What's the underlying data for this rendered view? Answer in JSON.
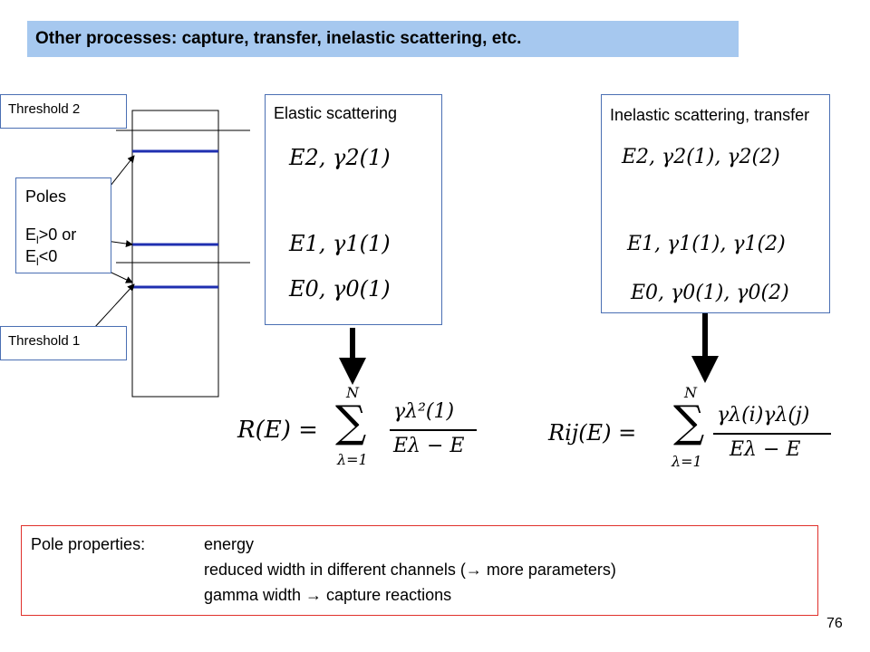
{
  "title": "Other processes: capture, transfer, inelastic scattering, etc.",
  "diagram": {
    "threshold_2": "Threshold 2",
    "threshold_1": "Threshold 1",
    "poles_title": "Poles",
    "poles_line1_prefix": "E",
    "poles_line1_sub": "l",
    "poles_line1_suffix": ">0 or",
    "poles_line2_prefix": "E",
    "poles_line2_sub": "l",
    "poles_line2_suffix": "<0"
  },
  "elastic": {
    "title": "Elastic scattering",
    "rows": [
      "E2, γ2(1)",
      "E1, γ1(1)",
      "E0, γ0(1)"
    ],
    "formula_lhs": "R(E) =",
    "formula_sum_top": "N",
    "formula_sum_bottom": "λ=1",
    "formula_num": "γλ²(1)",
    "formula_den": "Eλ − E"
  },
  "inelastic": {
    "title": "Inelastic scattering, transfer",
    "rows": [
      "E2, γ2(1), γ2(2)",
      "E1, γ1(1), γ1(2)",
      "E0, γ0(1), γ0(2)"
    ],
    "formula_lhs": "Rij(E) =",
    "formula_sum_top": "N",
    "formula_sum_bottom": "λ=1",
    "formula_num": "γλ(i)γλ(j)",
    "formula_den": "Eλ − E"
  },
  "properties": {
    "label": "Pole properties:",
    "line1": "energy",
    "line2": "reduced width in different channels (→ more parameters)",
    "line3": "gamma width → capture reactions"
  },
  "page_number": "76",
  "colors": {
    "title_bg": "#a6c8ef",
    "level_line": "#1f2fb0",
    "box_border": "#4a6fb3",
    "props_border": "#e0302b"
  }
}
